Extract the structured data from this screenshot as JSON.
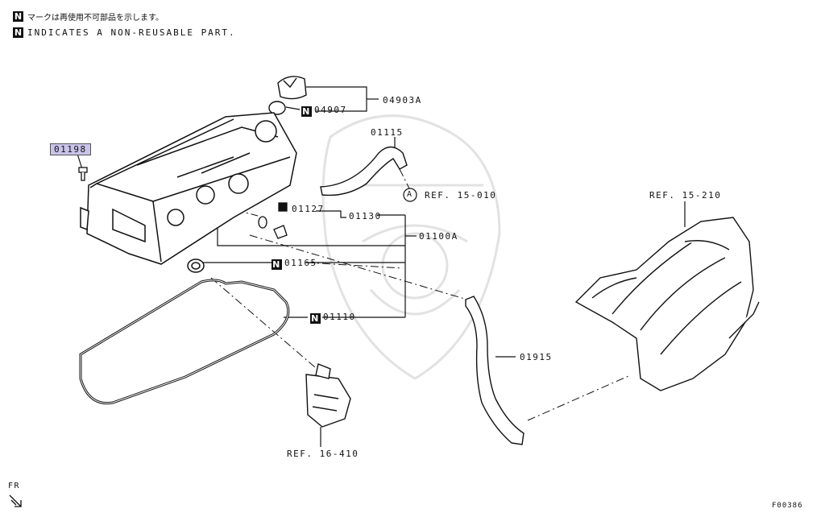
{
  "legend": {
    "marker": "N",
    "japanese": "マークは再使用不可部品を示します。",
    "english": "INDICATES A NON-REUSABLE PART."
  },
  "parts": {
    "p04903A": "04903A",
    "p04907": "04907",
    "p01115": "01115",
    "refA": "REF. 15-010",
    "refA_circle": "A",
    "p01127": "01127",
    "p01130": "01130",
    "p01100A": "01100A",
    "p01165": "01165",
    "p01110": "01110",
    "p01198": "01198",
    "p01915": "01915",
    "ref15210": "REF. 15-210",
    "ref16410": "REF. 16-410"
  },
  "non_reusable_marker": "N",
  "orientation": "FR",
  "figure_id": "F00386",
  "colors": {
    "highlight": "#c9c3ea",
    "line": "#111111"
  }
}
